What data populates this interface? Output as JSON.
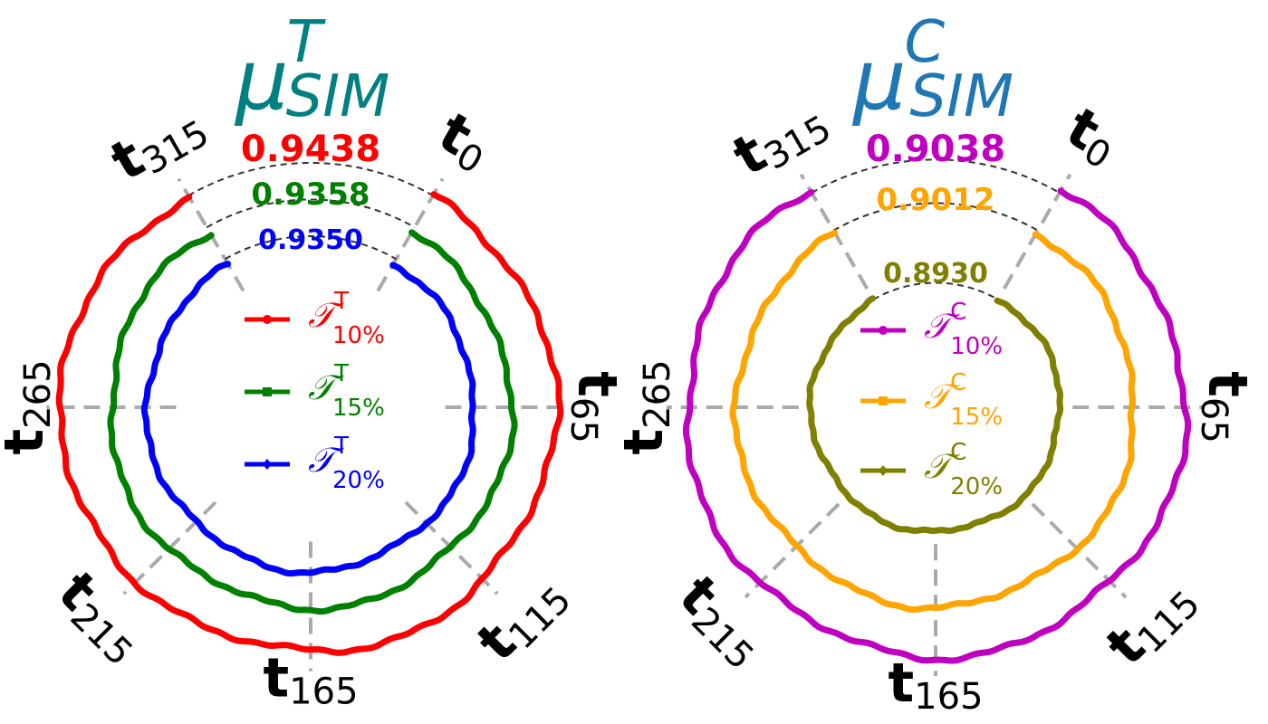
{
  "chart_data": [
    {
      "type": "radial-line",
      "title": {
        "main": "μ",
        "sup": "T",
        "sub": "SIM"
      },
      "title_color": "#008080",
      "ticks": [
        {
          "main": "t",
          "sub": "0",
          "angle_deg": 30
        },
        {
          "main": "t",
          "sub": "65",
          "angle_deg": 90
        },
        {
          "main": "t",
          "sub": "115",
          "angle_deg": 135
        },
        {
          "main": "t",
          "sub": "165",
          "angle_deg": 180
        },
        {
          "main": "t",
          "sub": "215",
          "angle_deg": 225
        },
        {
          "main": "t",
          "sub": "265",
          "angle_deg": 270
        },
        {
          "main": "t",
          "sub": "315",
          "angle_deg": 330
        }
      ],
      "series": [
        {
          "legend": {
            "main": "𝒯",
            "sup": "T",
            "sub": "10%"
          },
          "color": "#ff0000",
          "score": "0.9438",
          "base_radius": 1.0,
          "marker": "circle"
        },
        {
          "legend": {
            "main": "𝒯",
            "sup": "T",
            "sub": "15%"
          },
          "color": "#008000",
          "score": "0.9358",
          "base_radius": 0.82,
          "marker": "square"
        },
        {
          "legend": {
            "main": "𝒯",
            "sup": "T",
            "sub": "20%"
          },
          "color": "#0000ff",
          "score": "0.9350",
          "base_radius": 0.67,
          "marker": "diamond"
        }
      ]
    },
    {
      "type": "radial-line",
      "title": {
        "main": "μ",
        "sup": "C",
        "sub": "SIM"
      },
      "title_color": "#1f77b4",
      "ticks": [
        {
          "main": "t",
          "sub": "0",
          "angle_deg": 30
        },
        {
          "main": "t",
          "sub": "65",
          "angle_deg": 90
        },
        {
          "main": "t",
          "sub": "115",
          "angle_deg": 135
        },
        {
          "main": "t",
          "sub": "165",
          "angle_deg": 180
        },
        {
          "main": "t",
          "sub": "215",
          "angle_deg": 225
        },
        {
          "main": "t",
          "sub": "265",
          "angle_deg": 270
        },
        {
          "main": "t",
          "sub": "315",
          "angle_deg": 330
        }
      ],
      "series": [
        {
          "legend": {
            "main": "𝒯",
            "sup": "C",
            "sub": "10%"
          },
          "color": "#c000c0",
          "score": "0.9038",
          "base_radius": 1.0,
          "marker": "circle"
        },
        {
          "legend": {
            "main": "𝒯",
            "sup": "C",
            "sub": "15%"
          },
          "color": "#ffa500",
          "score": "0.9012",
          "base_radius": 0.8,
          "marker": "square"
        },
        {
          "legend": {
            "main": "𝒯",
            "sup": "C",
            "sub": "20%"
          },
          "color": "#808000",
          "score": "0.8930",
          "base_radius": 0.5,
          "marker": "diamond"
        }
      ]
    }
  ]
}
